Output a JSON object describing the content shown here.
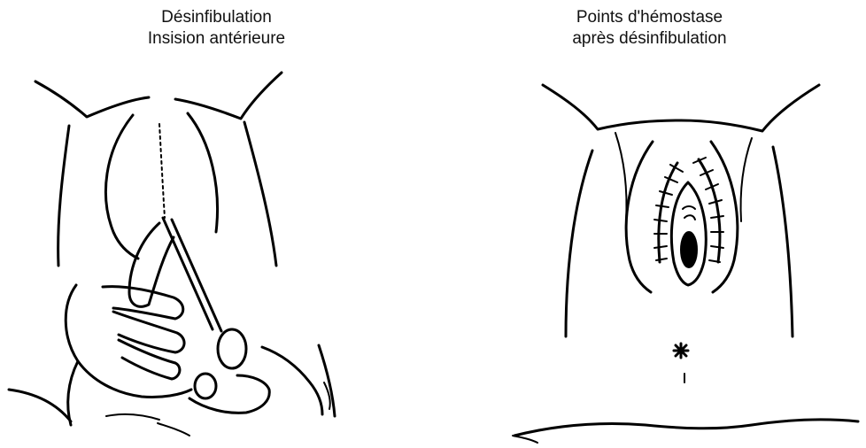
{
  "panels": [
    {
      "id": "left",
      "title_line1": "Désinfibulation",
      "title_line2": "Insision antérieure"
    },
    {
      "id": "right",
      "title_line1": "Points d'hémostase",
      "title_line2": "après désinfibulation"
    }
  ],
  "colors": {
    "ink": "#000000",
    "background": "#ffffff"
  }
}
